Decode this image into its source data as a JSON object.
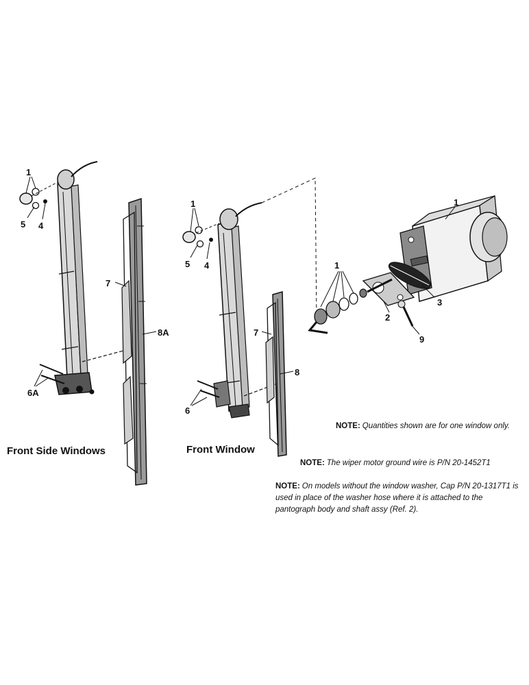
{
  "callouts": {
    "left_1": "1",
    "left_5": "5",
    "left_4": "4",
    "left_7": "7",
    "left_8a": "8A",
    "left_6a": "6A",
    "mid_1": "1",
    "mid_5": "5",
    "mid_4": "4",
    "mid_7": "7",
    "mid_8": "8",
    "mid_6": "6",
    "motor_1": "1",
    "motor_parts_1": "1",
    "motor_2": "2",
    "motor_3": "3",
    "motor_9": "9"
  },
  "captions": {
    "front_side_windows": "Front Side Windows",
    "front_window": "Front Window"
  },
  "notes": [
    {
      "label": "NOTE:",
      "text": "Quantities shown are for one window only."
    },
    {
      "label": "NOTE:",
      "text": "The wiper motor ground wire is P/N 20-1452T1"
    },
    {
      "label": "NOTE:",
      "text": "On models without the window washer, Cap P/N 20-1317T1 is used in place of the washer hose where it is attached to the pantograph body and shaft assy (Ref. 2)."
    }
  ],
  "colors": {
    "ink": "#111111",
    "paper": "#ffffff",
    "shade": "#8a8a8a"
  }
}
